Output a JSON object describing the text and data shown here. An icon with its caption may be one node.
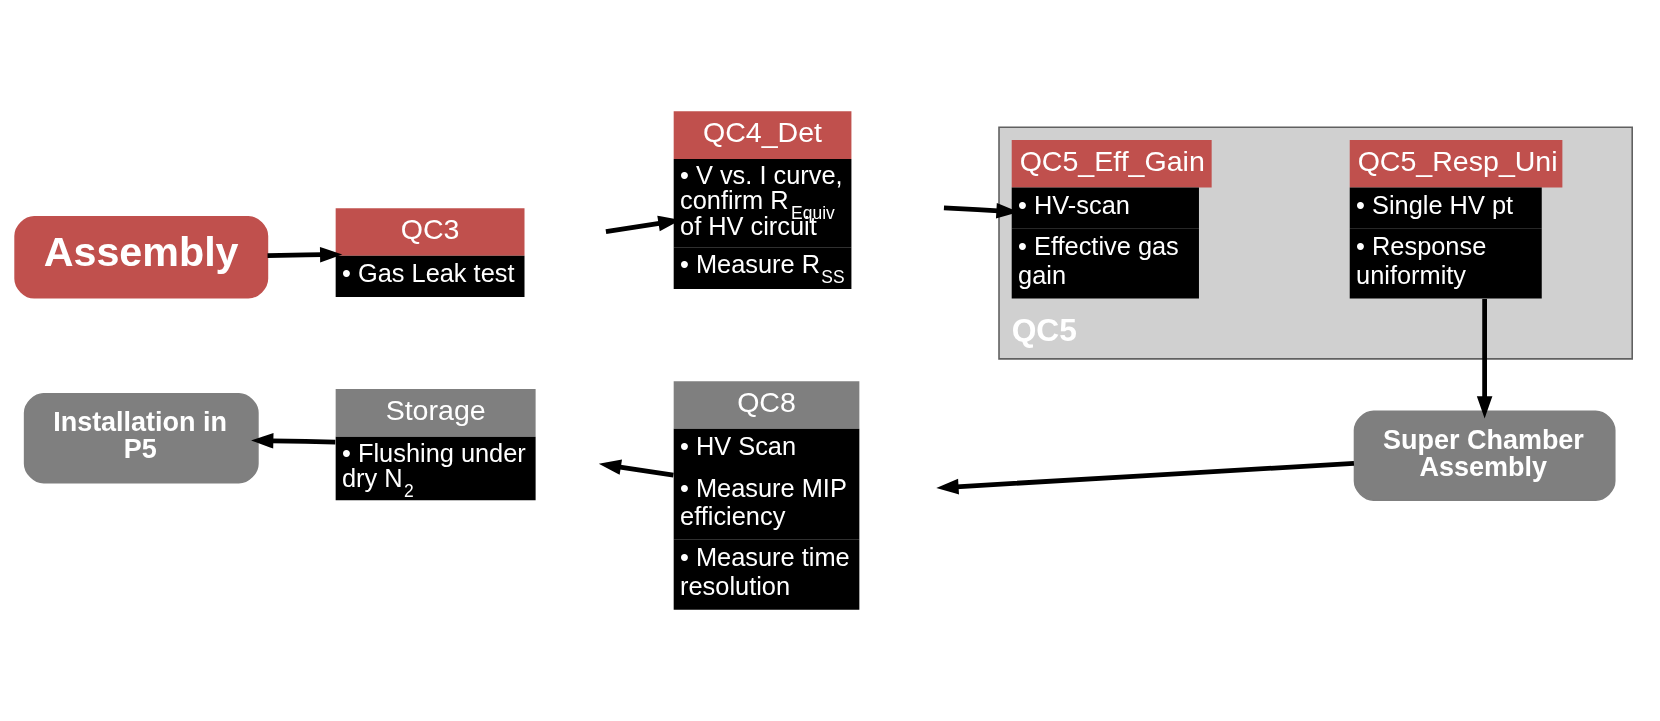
{
  "diagram": {
    "nodes": [
      {
        "text": [
          "Assembly"
        ]
      },
      {
        "text": [
          "QC3",
          "• Gas Leak test"
        ]
      },
      {
        "text": [
          "QC4_Det",
          "• V vs. I curve, confirm R$_{Equiv}$ of HV circuit",
          "• Measure R$_{SS}$"
        ]
      },
      {
        "text": [
          "QC5"
        ]
      },
      {
        "text": [
          "QC5_Eff_Gain",
          "• HV-scan",
          "• Effective gas gain"
        ],
        "in": 3
      },
      {
        "text": [
          "QC5_Resp_Uni",
          "• Single HV pt",
          "• Response uniformity"
        ],
        "in": 3
      },
      {
        "text": [
          "Super Chamber Assembly"
        ]
      },
      {
        "text": [
          "QC8",
          "• HV Scan",
          "• Measure MIP efficiency",
          "• Measure time resolution"
        ]
      },
      {
        "text": [
          "Storage",
          "• Flushing under dry N$_{2}$"
        ]
      },
      {
        "text": [
          "Installation in P5"
        ]
      }
    ],
    "edges": [
      {
        "from": 0,
        "to": 1,
        "arrow": "to"
      },
      {
        "from": 1,
        "to": 2,
        "arrow": "to"
      },
      {
        "from": 2,
        "to": 4,
        "arrow": "to"
      },
      {
        "from": 5,
        "to": 6,
        "arrow": "to"
      },
      {
        "from": 6,
        "to": 7,
        "arrow": "to"
      },
      {
        "from": 7,
        "to": 8,
        "arrow": "to"
      },
      {
        "from": 8,
        "to": 9,
        "arrow": "to"
      }
    ]
  }
}
